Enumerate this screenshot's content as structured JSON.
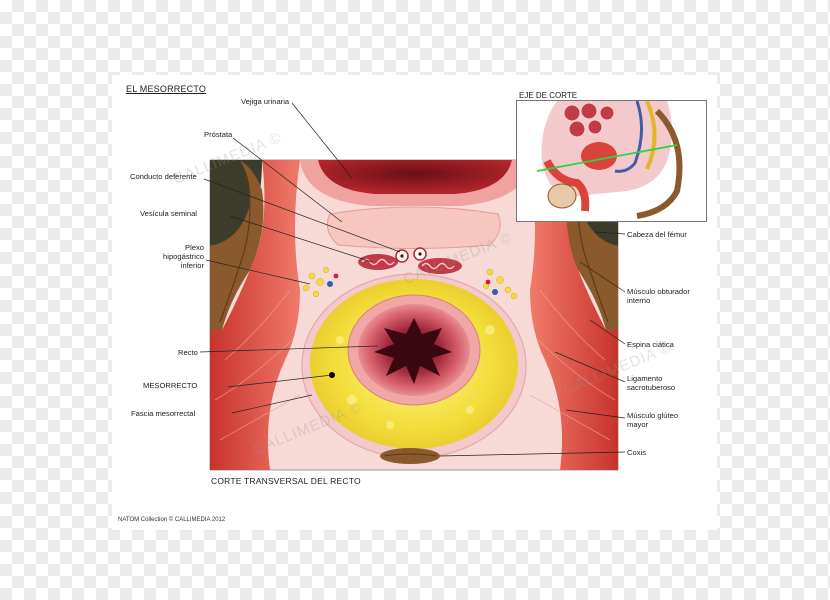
{
  "title": "EL MESORRECTO",
  "subtitle": "CORTE TRANSVERSAL DEL RECTO",
  "inset_title": "EJE DE CORTE",
  "footer": "NATOM Collection © CALLIMEDIA 2012",
  "watermark": "CALLIMEDIA ©",
  "labels_left": {
    "vejiga": "Vejiga urinaria",
    "prostata": "Próstata",
    "conducto": "Conducto deferente",
    "vesicula": "Vesícula seminal",
    "plexo": "Plexo\nhipogástrico\ninferior",
    "recto": "Recto",
    "mesorrecto": "MESORRECTO",
    "fascia": "Fascia mesorrectal"
  },
  "labels_right": {
    "femur": "Cabeza del fémur",
    "obturador": "Músculo obturador\ninterno",
    "espina": "Espina ciática",
    "ligamento": "Ligamento\nsacrotuberoso",
    "gluteo": "Músculo glúteo\nmayor",
    "coxis": "Coxis"
  },
  "colors": {
    "muscle": "#d9433a",
    "fat": "#f5e040",
    "bone": "#8a5a2c",
    "mucosa": "#c9485a",
    "fascia": "#f4c9cc",
    "background_tissue": "#f7d9d6"
  }
}
